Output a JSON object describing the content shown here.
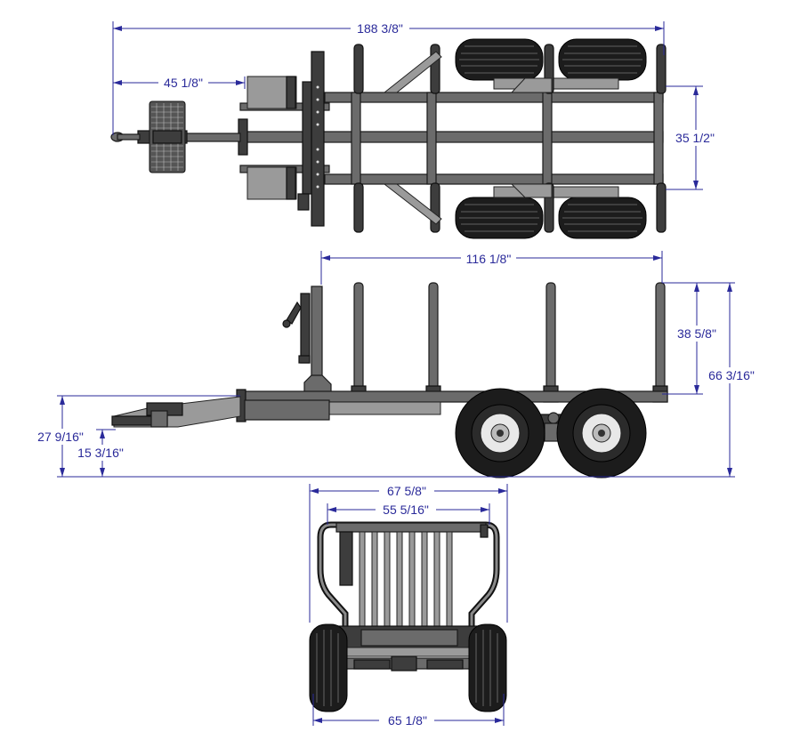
{
  "dimensions": {
    "top_overall_length": "188 3/8\"",
    "top_hitch_to_frame": "45 1/8\"",
    "top_frame_width": "35 1/2\"",
    "side_stake_span": "116 1/8\"",
    "side_stake_height": "38 5/8\"",
    "side_overall_height": "66 3/16\"",
    "side_hitch_height": "27 9/16\"",
    "side_tongue_height": "15 3/16\"",
    "rear_outer_width": "67 5/8\"",
    "rear_inner_width": "55 5/16\"",
    "rear_wheel_width": "65 1/8\""
  },
  "colors": {
    "dimension": "#2a2a9a",
    "frame": "#6b6b6b",
    "tire": "#1c1c1c"
  }
}
